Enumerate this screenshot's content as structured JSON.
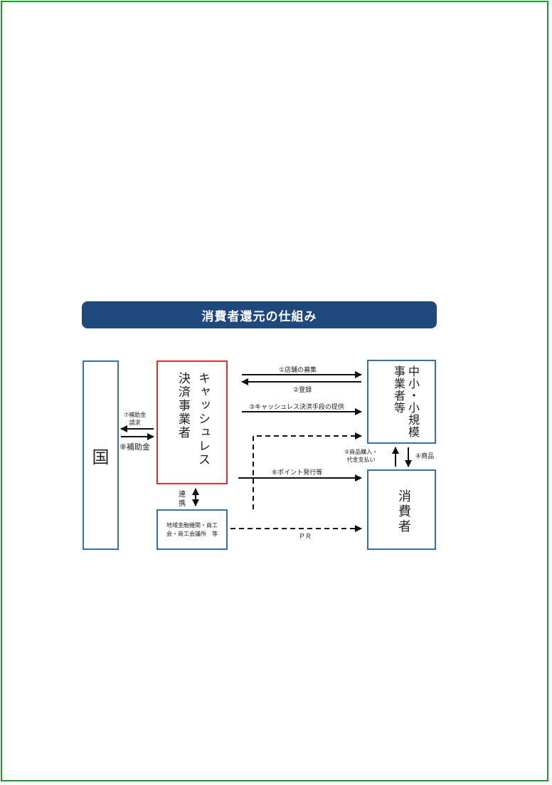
{
  "title": "消費者還元の仕組み",
  "nodes": {
    "kuni": "国",
    "cashless_col1": "キャッシュレス",
    "cashless_col2": "決済事業者",
    "smes_col1": "中小・小規模",
    "smes_col2": "事業者等",
    "consumer": "消費者",
    "regional": "地域金融機関・商工会・商工会議所　等"
  },
  "edges": {
    "recruit": "①店舗の募集",
    "register": "②登録",
    "provide": "③キャッシュレス決済手段の提供",
    "goods": "④商品",
    "purchase_line1": "⑤商品購入・",
    "purchase_line2": "代金支払い",
    "points": "⑥ポイント発行等",
    "claim_line1": "⑦補助金",
    "claim_line2": "請求",
    "subsidy": "⑧補助金",
    "link_line1": "連",
    "link_line2": "携",
    "pr": "ＰＲ"
  }
}
